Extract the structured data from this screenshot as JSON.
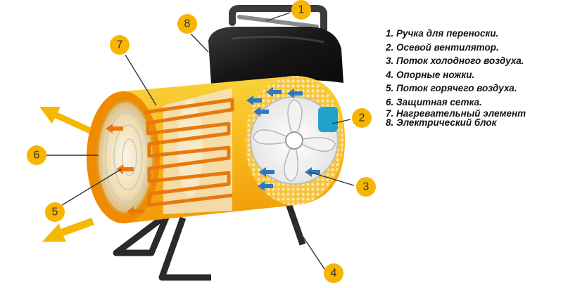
{
  "legend": {
    "items": [
      {
        "num": "1",
        "text": "1. Ручка для переноски."
      },
      {
        "num": "2",
        "text": "2. Осевой вентилятор."
      },
      {
        "num": "3",
        "text": "3. Поток холодного воздуха."
      },
      {
        "num": "4",
        "text": "4. Опорные ножки."
      },
      {
        "num": "5",
        "text": "5. Поток горячего воздуха."
      },
      {
        "num": "6",
        "text": "6. Защитная сетка."
      },
      {
        "num": "7",
        "text": "7. Нагревательный элемент"
      },
      {
        "num": "8",
        "text": "8. Электрический блок"
      }
    ]
  },
  "callouts": [
    "1",
    "2",
    "3",
    "4",
    "5",
    "6",
    "7",
    "8"
  ],
  "colors": {
    "callout_fill": "#f7b500",
    "body_yellow": "#f6c21c",
    "body_orange": "#f08a00",
    "heating_element": "#e8780c",
    "cold_air_arrows": "#2f78c4",
    "hot_air_arrows": "#f4b800",
    "housing_dark": "#1c1c1c"
  }
}
